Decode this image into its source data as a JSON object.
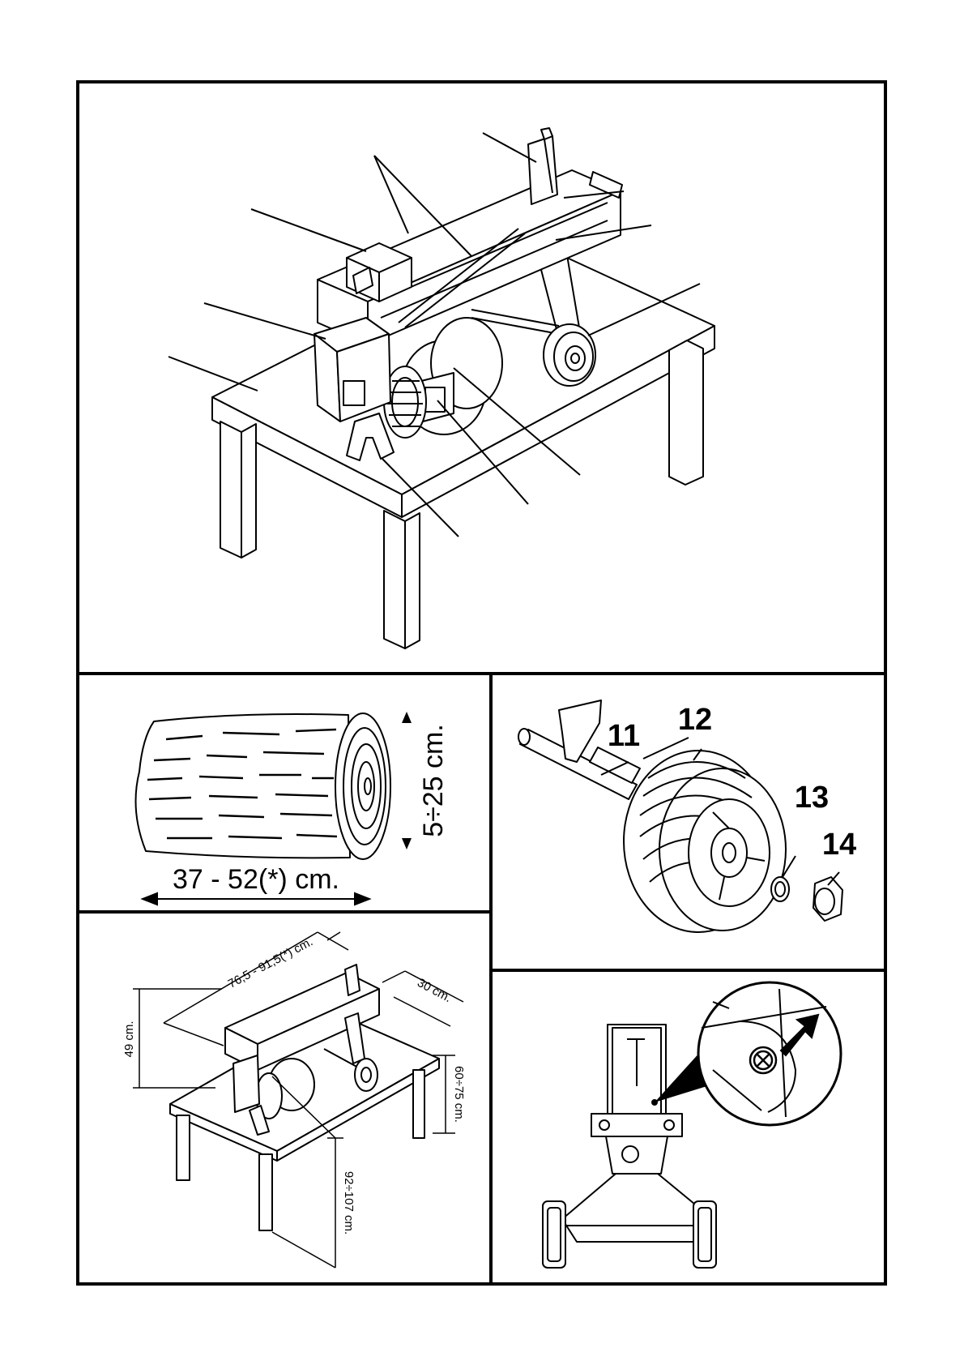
{
  "log_dimensions": {
    "length": "37 - 52(*) cm.",
    "diameter": "5÷25 cm."
  },
  "wheel_parts": {
    "callouts": [
      "11",
      "12",
      "13",
      "14"
    ]
  },
  "table_setup": {
    "length": "76,5 - 91,5(*) cm.",
    "depth": "30 cm.",
    "height": "49 cm.",
    "table_height": "60÷75 cm.",
    "total_height": "92÷107 cm."
  },
  "icons": [
    "log-splitter-machine",
    "log",
    "wheel-assembly",
    "bleed-screw"
  ]
}
